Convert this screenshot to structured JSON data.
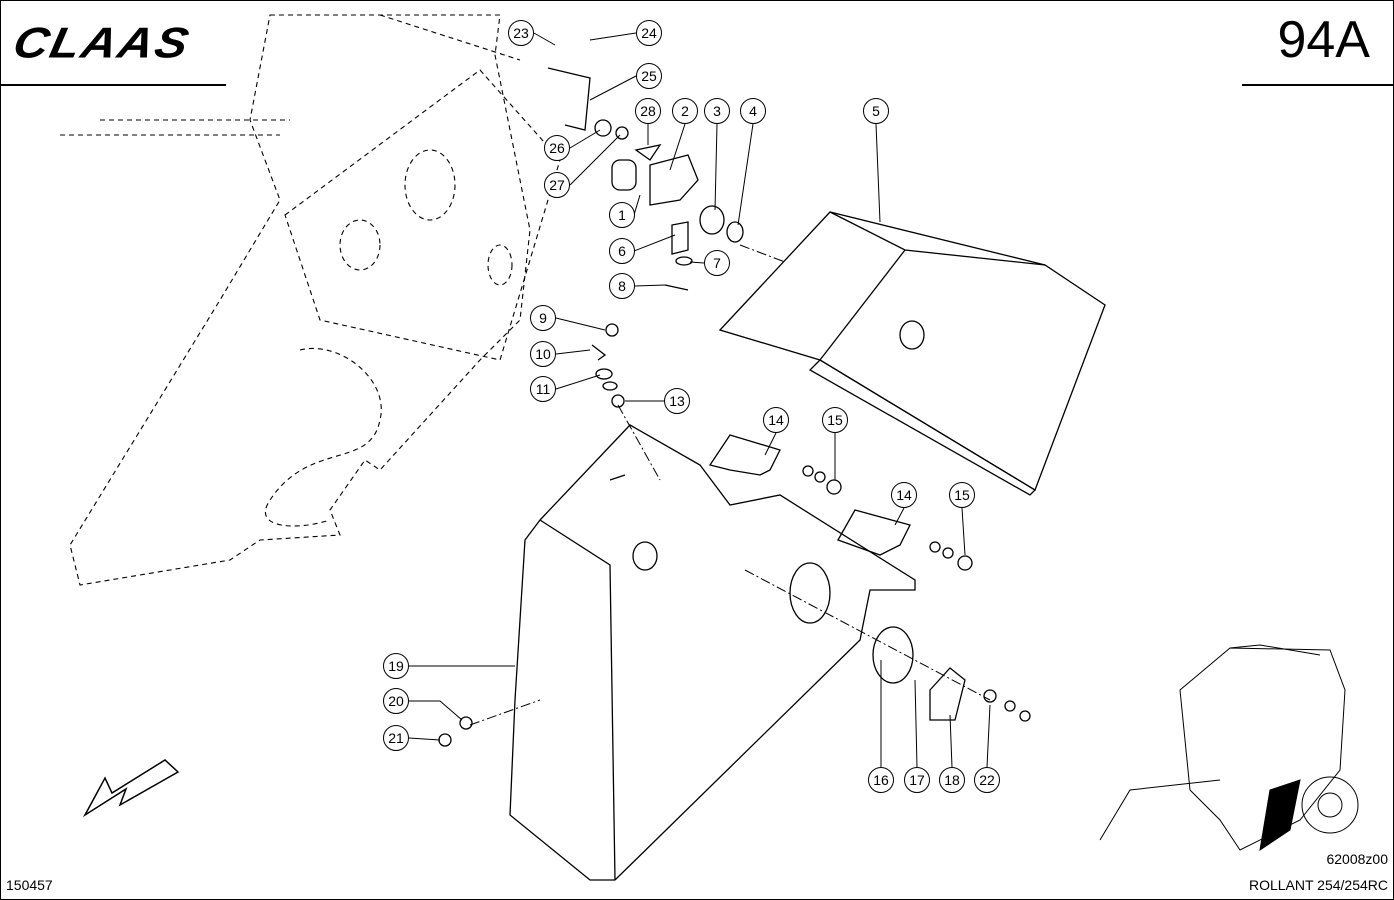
{
  "header": {
    "brand": "CLAAS",
    "page_number": "94A"
  },
  "callouts": [
    "23",
    "24",
    "25",
    "28",
    "2",
    "3",
    "4",
    "5",
    "26",
    "27",
    "1",
    "6",
    "7",
    "8",
    "9",
    "10",
    "11",
    "13",
    "14",
    "15",
    "14",
    "15",
    "19",
    "20",
    "21",
    "16",
    "17",
    "18",
    "22"
  ],
  "footer": {
    "drawing_ref": "150457",
    "image_code": "62008z00",
    "model": "ROLLANT 254/254RC"
  },
  "icons": {
    "direction": "arrow-down-left-icon"
  }
}
